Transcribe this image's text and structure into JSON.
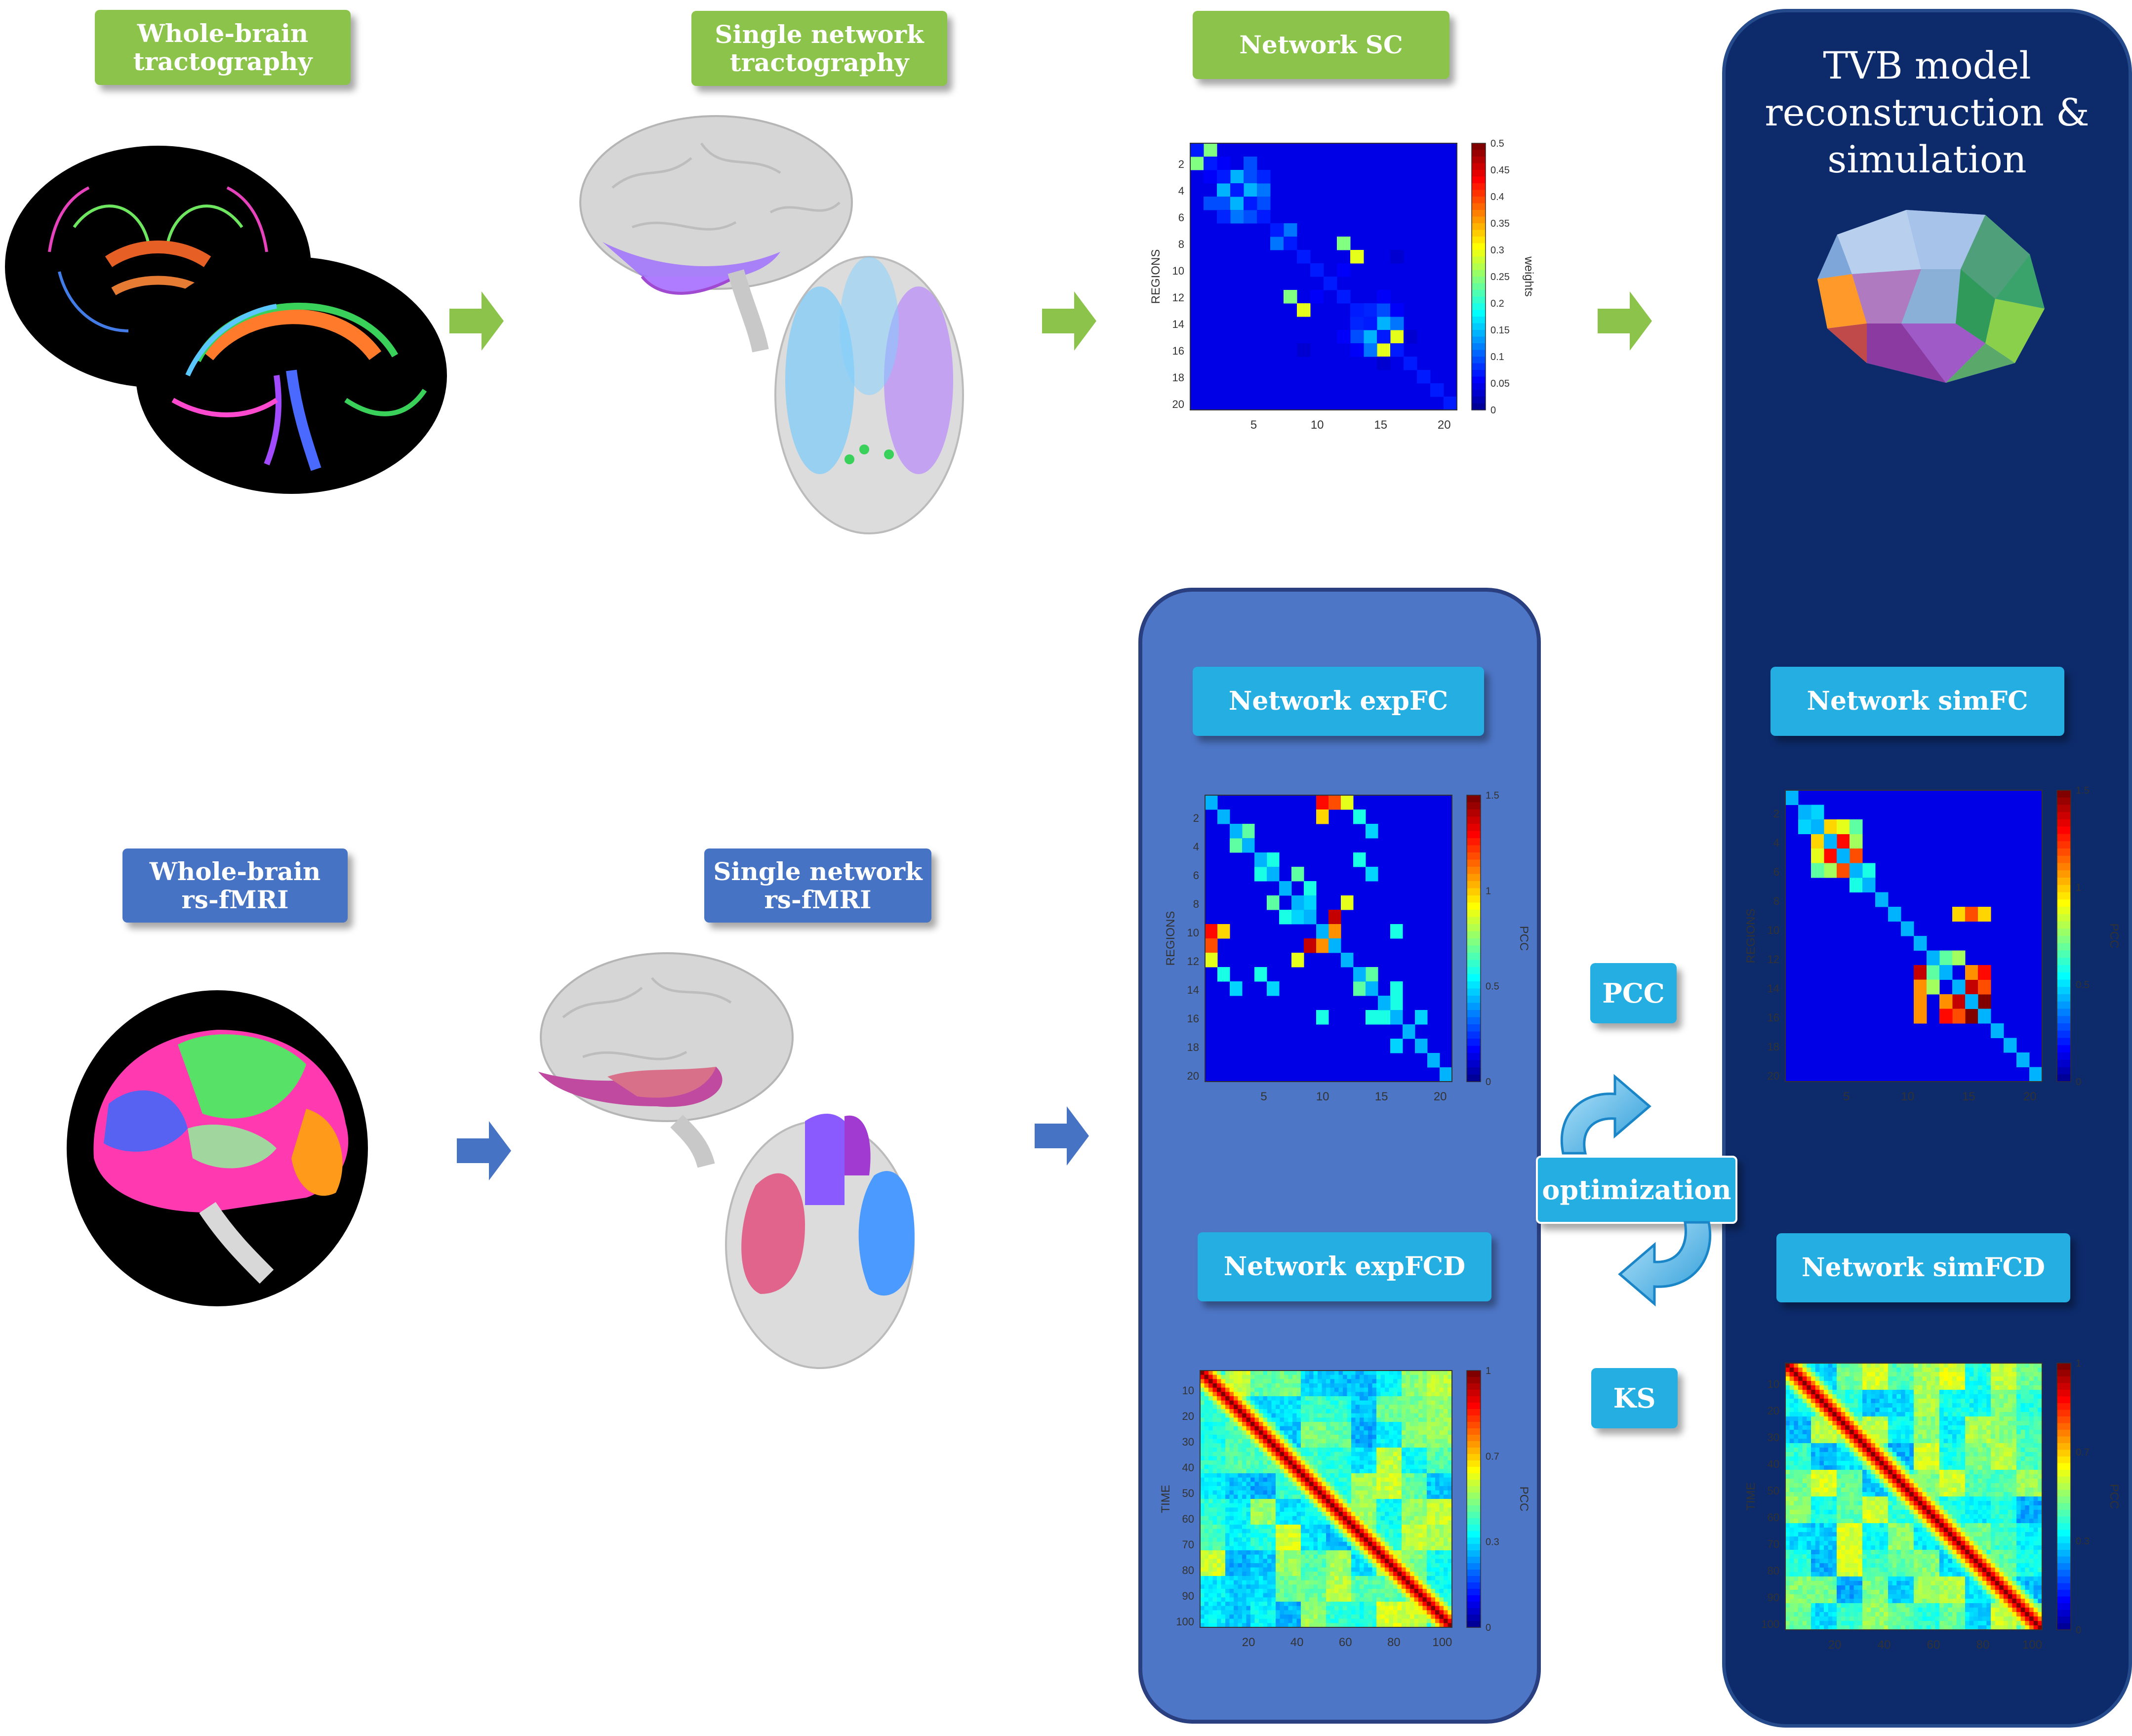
{
  "labels": {
    "whole_brain_tractography": [
      "Whole-brain",
      "tractography"
    ],
    "single_network_tractography": [
      "Single network",
      "tractography"
    ],
    "network_sc": "Network SC",
    "tvb_title": [
      "TVB model",
      "reconstruction &",
      "simulation"
    ],
    "whole_brain_rsfmri": [
      "Whole-brain",
      "rs-fMRI"
    ],
    "single_network_rsfmri": [
      "Single network",
      "rs-fMRI"
    ],
    "network_expfc": "Network expFC",
    "network_simfc": "Network simFC",
    "network_expfcd": "Network expFCD",
    "network_simfcd": "Network simFCD",
    "pcc": "PCC",
    "optimization": "optimization",
    "ks": "KS"
  },
  "colors": {
    "green_label": "#8cc34a",
    "cyan_label": "#25aee2",
    "blue_label": "#4673c4",
    "green_arrow": "#8cc34a",
    "blue_arrow": "#4673c4",
    "exp_panel": "#4d76c6",
    "tvb_panel": "#0d2b6b"
  },
  "chart_data": [
    {
      "id": "network-sc",
      "type": "heatmap",
      "ylabel": "REGIONS",
      "colorbar_label": "weights",
      "xticks": [
        "5",
        "10",
        "15",
        "20"
      ],
      "yticks": [
        "2",
        "4",
        "6",
        "8",
        "10",
        "12",
        "14",
        "16",
        "18",
        "20"
      ],
      "colorbar_ticks": [
        "0",
        "0.05",
        "0.1",
        "0.15",
        "0.2",
        "0.25",
        "0.3",
        "0.35",
        "0.4",
        "0.45",
        "0.5"
      ],
      "zlim": [
        0,
        0.5
      ],
      "size": 20,
      "cells": [
        [
          1,
          2,
          0.25
        ],
        [
          2,
          1,
          0.25
        ],
        [
          3,
          4,
          0.15
        ],
        [
          4,
          3,
          0.15
        ],
        [
          3,
          5,
          0.1
        ],
        [
          5,
          3,
          0.1
        ],
        [
          4,
          5,
          0.15
        ],
        [
          5,
          4,
          0.15
        ],
        [
          4,
          6,
          0.12
        ],
        [
          6,
          4,
          0.12
        ],
        [
          5,
          6,
          0.1
        ],
        [
          6,
          5,
          0.1
        ],
        [
          3,
          6,
          0.08
        ],
        [
          6,
          3,
          0.08
        ],
        [
          2,
          5,
          0.1
        ],
        [
          5,
          2,
          0.1
        ],
        [
          7,
          8,
          0.12
        ],
        [
          8,
          7,
          0.12
        ],
        [
          2,
          3,
          0.06
        ],
        [
          3,
          2,
          0.06
        ],
        [
          9,
          13,
          0.3
        ],
        [
          13,
          9,
          0.3
        ],
        [
          10,
          12,
          0.06
        ],
        [
          12,
          10,
          0.06
        ],
        [
          12,
          8,
          0.25
        ],
        [
          8,
          12,
          0.25
        ],
        [
          14,
          15,
          0.15
        ],
        [
          15,
          14,
          0.15
        ],
        [
          15,
          16,
          0.3
        ],
        [
          16,
          15,
          0.3
        ],
        [
          14,
          16,
          0.12
        ],
        [
          16,
          14,
          0.12
        ],
        [
          13,
          14,
          0.08
        ],
        [
          14,
          13,
          0.08
        ],
        [
          15,
          13,
          0.1
        ],
        [
          13,
          15,
          0.1
        ],
        [
          16,
          13,
          0.06
        ],
        [
          13,
          16,
          0.06
        ],
        [
          12,
          15,
          0.06
        ],
        [
          15,
          12,
          0.06
        ],
        [
          17,
          15,
          0.04
        ],
        [
          15,
          17,
          0.04
        ],
        [
          11,
          14,
          0.05
        ],
        [
          14,
          11,
          0.05
        ],
        [
          16,
          9,
          0.04
        ],
        [
          9,
          16,
          0.04
        ]
      ]
    },
    {
      "id": "network-expfc",
      "type": "heatmap",
      "ylabel": "REGIONS",
      "colorbar_label": "PCC",
      "xticks": [
        "5",
        "10",
        "15",
        "20"
      ],
      "yticks": [
        "2",
        "4",
        "6",
        "8",
        "10",
        "12",
        "14",
        "16",
        "18",
        "20"
      ],
      "colorbar_ticks": [
        "0",
        "0.5",
        "1",
        "1.5"
      ],
      "zlim": [
        0,
        1.5
      ],
      "size": 20,
      "cells": [
        [
          1,
          10,
          1.3
        ],
        [
          10,
          1,
          1.3
        ],
        [
          2,
          10,
          1.0
        ],
        [
          10,
          2,
          1.0
        ],
        [
          11,
          1,
          1.2
        ],
        [
          1,
          11,
          1.2
        ],
        [
          12,
          1,
          0.9
        ],
        [
          1,
          12,
          0.9
        ],
        [
          11,
          9,
          1.4
        ],
        [
          9,
          11,
          1.4
        ],
        [
          11,
          10,
          1.1
        ],
        [
          10,
          11,
          1.1
        ],
        [
          12,
          8,
          0.9
        ],
        [
          8,
          12,
          0.9
        ],
        [
          3,
          4,
          0.7
        ],
        [
          4,
          3,
          0.7
        ],
        [
          5,
          6,
          0.6
        ],
        [
          6,
          5,
          0.6
        ],
        [
          6,
          8,
          0.7
        ],
        [
          8,
          6,
          0.7
        ],
        [
          7,
          9,
          0.6
        ],
        [
          9,
          7,
          0.6
        ],
        [
          8,
          9,
          0.5
        ],
        [
          9,
          8,
          0.5
        ],
        [
          13,
          14,
          0.7
        ],
        [
          14,
          13,
          0.7
        ],
        [
          14,
          16,
          0.6
        ],
        [
          16,
          14,
          0.6
        ],
        [
          15,
          16,
          0.6
        ],
        [
          16,
          15,
          0.6
        ],
        [
          13,
          5,
          0.6
        ],
        [
          5,
          13,
          0.6
        ],
        [
          14,
          6,
          0.5
        ],
        [
          6,
          14,
          0.5
        ],
        [
          2,
          13,
          0.6
        ],
        [
          13,
          2,
          0.6
        ],
        [
          3,
          14,
          0.5
        ],
        [
          14,
          3,
          0.5
        ],
        [
          16,
          18,
          0.5
        ],
        [
          18,
          16,
          0.5
        ],
        [
          10,
          16,
          0.6
        ],
        [
          16,
          10,
          0.6
        ]
      ]
    },
    {
      "id": "network-simfc",
      "type": "heatmap",
      "ylabel": "REGIONS",
      "colorbar_label": "PCC",
      "xticks": [
        "5",
        "10",
        "15",
        "20"
      ],
      "yticks": [
        "2",
        "4",
        "6",
        "8",
        "10",
        "12",
        "14",
        "16",
        "18",
        "20"
      ],
      "colorbar_ticks": [
        "0",
        "0.5",
        "1",
        "1.5"
      ],
      "zlim": [
        0,
        1.5
      ],
      "size": 20,
      "cells": [
        [
          3,
          4,
          1.0
        ],
        [
          4,
          3,
          1.0
        ],
        [
          4,
          5,
          1.3
        ],
        [
          5,
          4,
          1.3
        ],
        [
          3,
          5,
          0.9
        ],
        [
          5,
          3,
          0.9
        ],
        [
          4,
          6,
          0.8
        ],
        [
          6,
          4,
          0.8
        ],
        [
          5,
          6,
          1.2
        ],
        [
          6,
          5,
          1.2
        ],
        [
          3,
          6,
          0.7
        ],
        [
          6,
          3,
          0.7
        ],
        [
          2,
          3,
          0.5
        ],
        [
          3,
          2,
          0.5
        ],
        [
          6,
          7,
          0.6
        ],
        [
          7,
          6,
          0.6
        ],
        [
          11,
          13,
          1.4
        ],
        [
          11,
          14,
          1.1
        ],
        [
          11,
          15,
          1.1
        ],
        [
          11,
          16,
          1.1
        ],
        [
          14,
          15,
          1.4
        ],
        [
          15,
          14,
          1.4
        ],
        [
          15,
          16,
          1.5
        ],
        [
          16,
          15,
          1.5
        ],
        [
          14,
          16,
          1.2
        ],
        [
          16,
          14,
          1.2
        ],
        [
          13,
          15,
          1.1
        ],
        [
          15,
          13,
          1.1
        ],
        [
          13,
          16,
          1.3
        ],
        [
          16,
          13,
          1.3
        ],
        [
          14,
          9,
          1.0
        ],
        [
          15,
          9,
          1.2
        ],
        [
          16,
          9,
          1.0
        ],
        [
          12,
          13,
          0.7
        ],
        [
          13,
          12,
          0.7
        ],
        [
          14,
          12,
          0.8
        ],
        [
          12,
          14,
          0.8
        ]
      ]
    },
    {
      "id": "network-expfcd",
      "type": "heatmap",
      "ylabel": "TIME",
      "colorbar_label": "PCC",
      "xticks": [
        "20",
        "40",
        "60",
        "80",
        "100"
      ],
      "yticks": [
        "10",
        "20",
        "30",
        "40",
        "50",
        "60",
        "70",
        "80",
        "90",
        "100"
      ],
      "colorbar_ticks": [
        "0",
        "0.3",
        "0.7",
        "1"
      ],
      "zlim": [
        0,
        1
      ]
    },
    {
      "id": "network-simfcd",
      "type": "heatmap",
      "ylabel": "TIME",
      "colorbar_label": "PCC",
      "xticks": [
        "20",
        "40",
        "60",
        "80",
        "100"
      ],
      "yticks": [
        "10",
        "20",
        "30",
        "40",
        "50",
        "60",
        "70",
        "80",
        "90",
        "100"
      ],
      "colorbar_ticks": [
        "0",
        "0.3",
        "0.7",
        "1"
      ],
      "zlim": [
        0,
        1
      ]
    }
  ]
}
